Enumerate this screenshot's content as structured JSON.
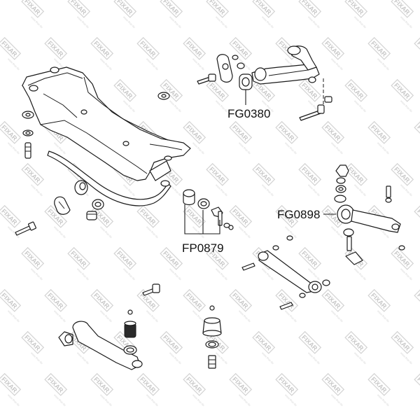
{
  "watermark": {
    "brand": "FIXAR",
    "url": "www.fixar.de"
  },
  "callouts": {
    "fg0380": "FG0380",
    "fg0898": "FG0898",
    "fp0879": "FP0879"
  }
}
